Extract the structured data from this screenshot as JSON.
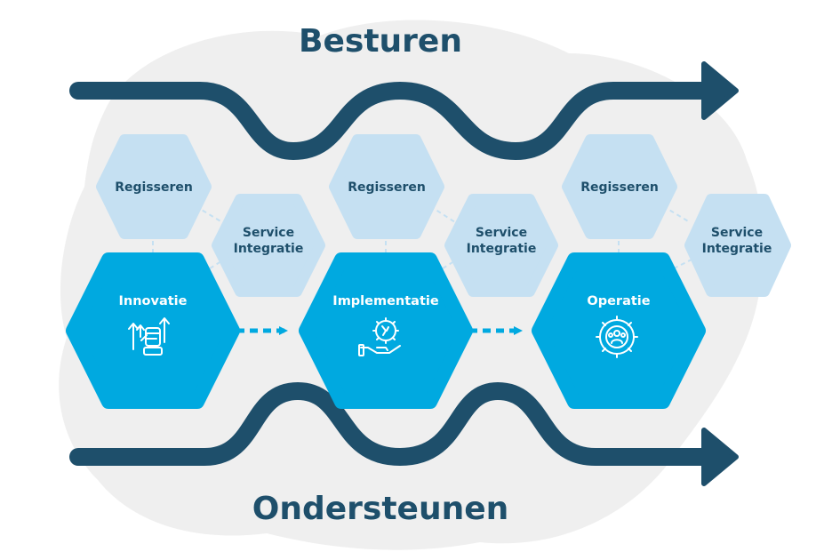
{
  "titles": {
    "top": "Besturen",
    "bottom": "Ondersteunen"
  },
  "stages": [
    {
      "main_label": "Innovatie",
      "icon": "fist-arrows-icon",
      "support_top": "Regisseren",
      "support_side_line1": "Service",
      "support_side_line2": "Integratie"
    },
    {
      "main_label": "Implementatie",
      "icon": "gear-wrench-hand-icon",
      "support_top": "Regisseren",
      "support_side_line1": "Service",
      "support_side_line2": "Integratie"
    },
    {
      "main_label": "Operatie",
      "icon": "gear-people-icon",
      "support_top": "Regisseren",
      "support_side_line1": "Service",
      "support_side_line2": "Integratie"
    }
  ],
  "colors": {
    "dark_navy": "#1e4f6b",
    "main_hex": "#00a9e0",
    "light_hex": "#c5e0f2",
    "background_blob": "#efefef",
    "connector_dashes": "#c5e0f2",
    "flow_arrows": "#00a9e0"
  }
}
